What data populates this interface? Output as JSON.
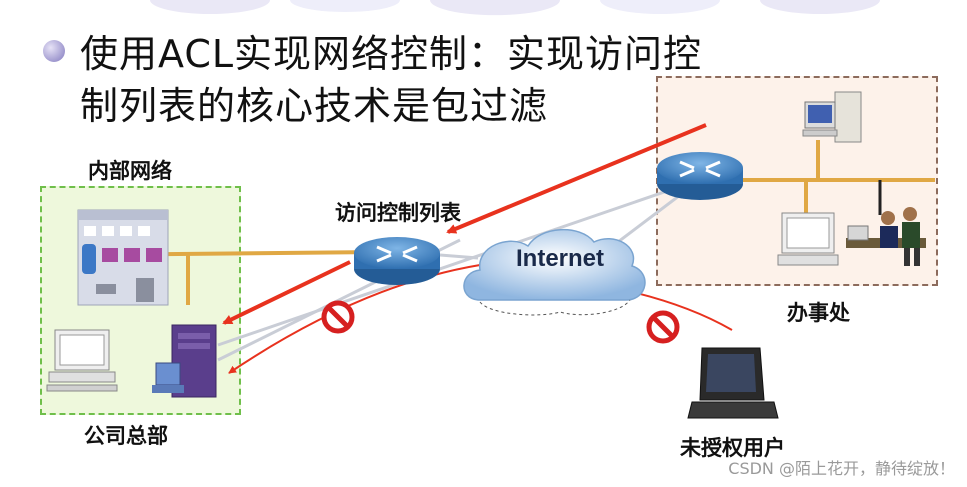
{
  "slide": {
    "title_line1": "使用ACL实现网络控制：实现访问控",
    "title_line2": "制列表的核心技术是包过滤"
  },
  "labels": {
    "internal_network": "内部网络",
    "acl": "访问控制列表",
    "internet": "Internet",
    "office": "办事处",
    "headquarters": "公司总部",
    "unauthorized_user": "未授权用户"
  },
  "watermark": "CSDN @陌上花开，静待绽放！",
  "colors": {
    "internal_zone_fill": "#eef8dc",
    "internal_zone_border": "#6fbf4a",
    "office_zone_fill": "#fdf2ea",
    "office_zone_border": "#8c6b5c",
    "link_orange": "#e0a844",
    "arrow_red": "#e8321e",
    "router_blue": "#3b7fc0",
    "cloud_blue": "#8fb6e0",
    "blocked_red": "#d62020"
  },
  "icons": [
    "router-icon",
    "cloud-icon",
    "building-icon",
    "desktop-pc-icon",
    "server-tower-icon",
    "laptop-icon",
    "people-icon",
    "blocked-icon"
  ]
}
